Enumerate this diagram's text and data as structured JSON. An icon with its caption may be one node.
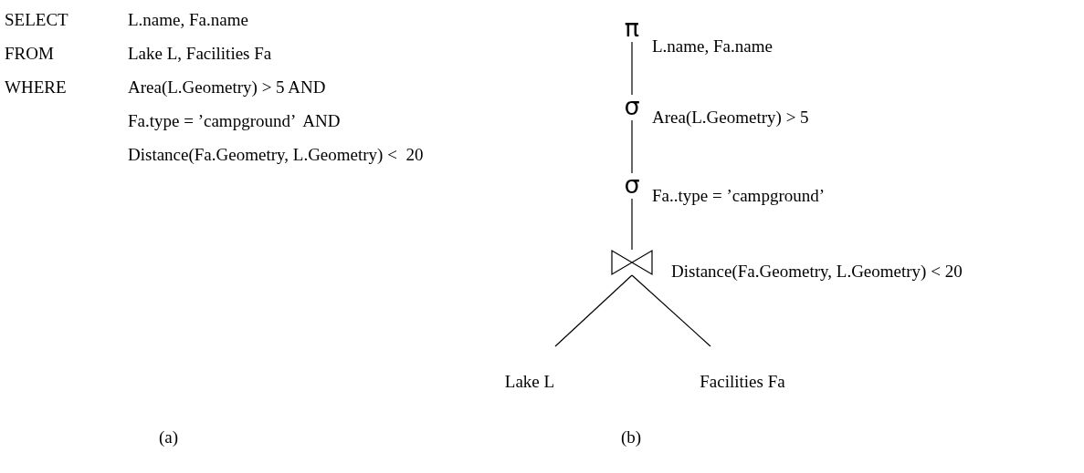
{
  "diagram": {
    "nodes": [
      {
        "text": [
          "π"
        ],
        "beside": [
          "L.name, Fa.name"
        ]
      },
      {
        "text": [
          "σ"
        ],
        "beside": [
          "Area(L.Geometry) > 5"
        ]
      },
      {
        "text": [
          "σ"
        ],
        "beside": [
          "Fa..type = ’campground’"
        ]
      },
      {
        "text": [],
        "shape": "bowtie",
        "beside": [
          "Distance(Fa.Geometry, L.Geometry) < 20"
        ]
      },
      {
        "text": [
          "Lake L"
        ]
      },
      {
        "text": [
          "Facilities Fa"
        ]
      }
    ],
    "edges": [
      {
        "from": 0,
        "to": 1,
        "arrow": "none"
      },
      {
        "from": 1,
        "to": 2,
        "arrow": "none"
      },
      {
        "from": 2,
        "to": 3,
        "arrow": "none"
      },
      {
        "from": 3,
        "to": 4,
        "arrow": "none"
      },
      {
        "from": 3,
        "to": 5,
        "arrow": "none"
      }
    ],
    "labels": [
      "SELECT",
      "L.name, Fa.name",
      "FROM",
      "Lake L, Facilities Fa",
      "WHERE",
      "Area(L.Geometry) > 5 AND",
      "Fa.type = ’campground’  AND",
      "Distance(Fa.Geometry, L.Geometry) <  20",
      "(a)",
      "(b)"
    ]
  }
}
